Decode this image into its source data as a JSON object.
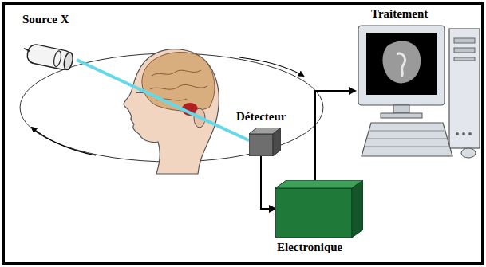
{
  "diagram": {
    "nodes": [
      {
        "text": [
          "Source X"
        ]
      },
      {
        "text": [
          "Détecteur"
        ]
      },
      {
        "text": [
          "Electronique"
        ]
      },
      {
        "text": [
          "Traitement"
        ]
      }
    ],
    "edges": [
      {
        "from": 0,
        "to": 1,
        "arrow": "none"
      },
      {
        "from": 1,
        "to": 2,
        "arrow": "to"
      },
      {
        "from": 2,
        "to": 3,
        "arrow": "to"
      }
    ]
  }
}
